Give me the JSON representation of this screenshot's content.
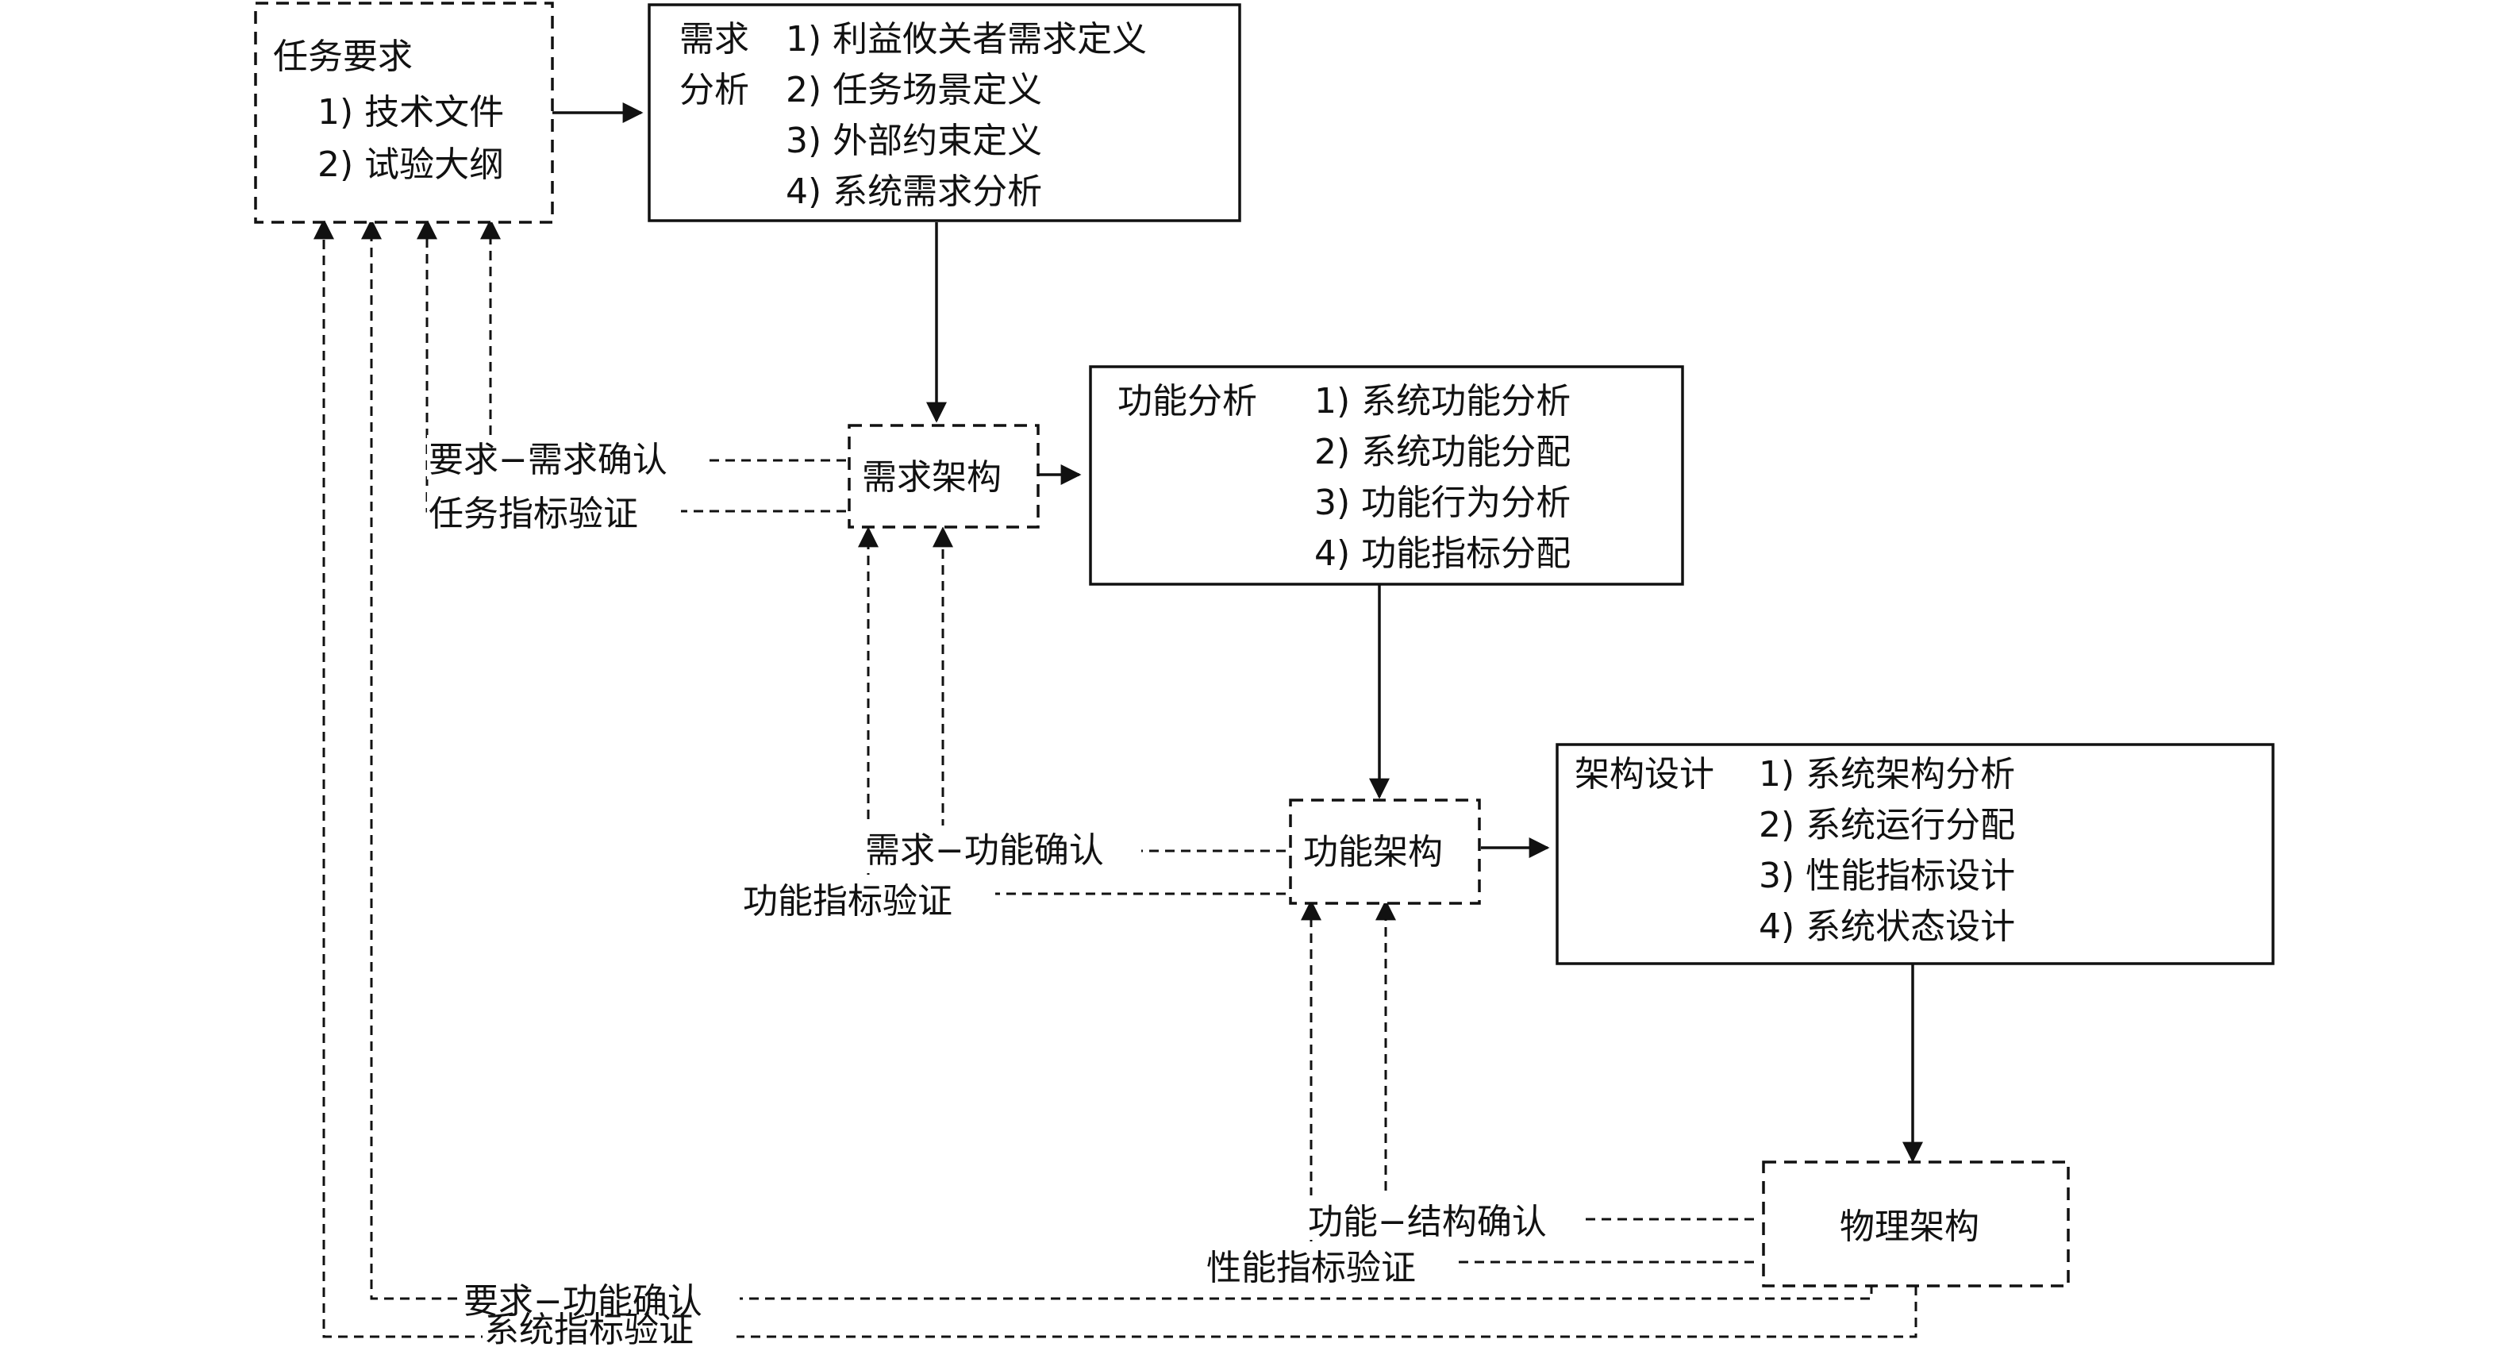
{
  "task_requirements": {
    "title": "任务要求",
    "items": [
      "1) 技术文件",
      "2) 试验大纲"
    ]
  },
  "requirement_analysis": {
    "title_line1": "需求",
    "title_line2": "分析",
    "items": [
      "1) 利益攸关者需求定义",
      "2) 任务场景定义",
      "3) 外部约束定义",
      "4) 系统需求分析"
    ]
  },
  "requirement_architecture": {
    "title": "需求架构"
  },
  "function_analysis": {
    "title": "功能分析",
    "items": [
      "1) 系统功能分析",
      "2) 系统功能分配",
      "3) 功能行为分析",
      "4) 功能指标分配"
    ]
  },
  "function_architecture": {
    "title": "功能架构"
  },
  "architecture_design": {
    "title": "架构设计",
    "items": [
      "1) 系统架构分析",
      "2) 系统运行分配",
      "3) 性能指标设计",
      "4) 系统状态设计"
    ]
  },
  "physical_architecture": {
    "title": "物理架构"
  },
  "feedback_labels": {
    "req_demand_confirm": "要求−需求确认",
    "task_index_verify": "任务指标验证",
    "demand_function_confirm": "需求−功能确认",
    "function_index_verify": "功能指标验证",
    "function_structure_confirm": "功能−结构确认",
    "performance_index_verify": "性能指标验证",
    "req_function_confirm": "要求−功能确认",
    "system_index_verify": "系统指标验证"
  }
}
